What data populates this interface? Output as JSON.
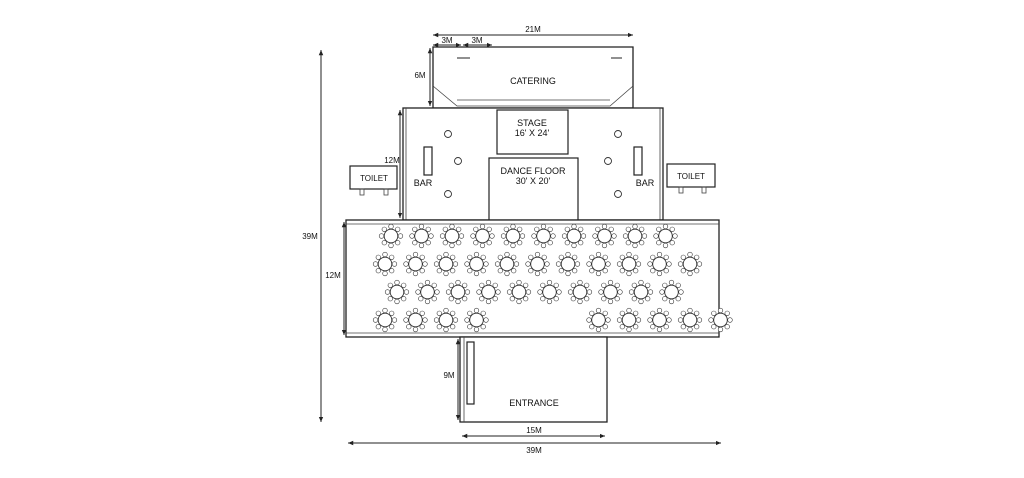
{
  "labels": {
    "catering": "CATERING",
    "stage": "STAGE",
    "stage_size": "16' X 24'",
    "dance_floor": "DANCE FLOOR",
    "dance_size": "30' X 20'",
    "bar": "BAR",
    "toilet": "TOILET",
    "entrance": "ENTRANCE"
  },
  "dimensions": {
    "catering_width": "21M",
    "catering_depth": "6M",
    "ramp_a": "3M",
    "ramp_b": "3M",
    "hall_depth": "12M",
    "tent_depth": "12M",
    "total_depth": "39M",
    "total_width": "39M",
    "entrance_depth": "9M",
    "entrance_width": "15M"
  },
  "seating": {
    "rows": [
      10,
      11,
      10,
      9
    ],
    "seats_per_table": 8
  },
  "colors": {
    "line": "#222222",
    "background": "#ffffff"
  }
}
